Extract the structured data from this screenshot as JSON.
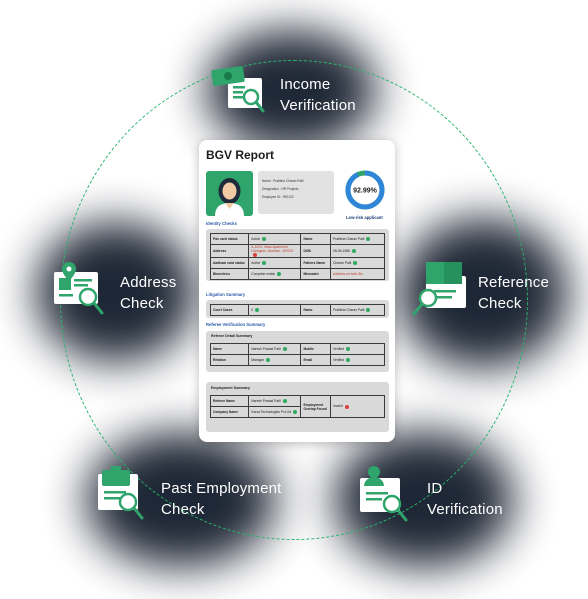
{
  "report": {
    "title": "BGV Report",
    "profile": {
      "name": "Name : Pratibha Charan Patil",
      "designation": "Designation : HR Projects",
      "employee_id": "Employee ID : 990123"
    },
    "score": {
      "value": "92.99%",
      "percent": 92.99,
      "label": "Low-risk applicant"
    },
    "identity_checks": {
      "title": "Identity Checks",
      "rows": [
        [
          "Pan card status",
          "Active",
          "Name",
          "Pratibha Charan Patil"
        ],
        [
          "Address",
          "A-1003, Vikas Apartment, Goregaon, Mumbai - 400022",
          "DOB",
          "05-08-1985"
        ],
        [
          "Aadhaar card status",
          "Active",
          "Fathers Name",
          "Charan Patil"
        ],
        [
          "Biometrics",
          "Complete match",
          "Mismatch",
          "Address on both IDs"
        ]
      ]
    },
    "litigation": {
      "title": "Litigation Summary",
      "rows": [
        [
          "Court Cases",
          "0",
          "Name",
          "Pratibha Charan Patil"
        ]
      ]
    },
    "referee": {
      "title": "Referee Verification Summary",
      "panel_title": "Referee Detail Summary",
      "rows": [
        [
          "Name",
          "Naresh Prasad Patil",
          "Mobile",
          "Verified"
        ],
        [
          "Relation",
          "Manager",
          "Email",
          "Verified"
        ]
      ]
    },
    "employment": {
      "panel_title": "Employment Summary",
      "rows": [
        [
          "Referee Name",
          "Naresh Prasad Patil",
          "Employment Overlap Found",
          "Invalid"
        ],
        [
          "Company Name",
          "Karza Technologies Pvt Ltd",
          "",
          ""
        ]
      ]
    }
  },
  "nodes": {
    "income": {
      "line1": "Income",
      "line2": "Verification",
      "icon": "money-search-icon"
    },
    "address": {
      "line1": "Address",
      "line2": "Check",
      "icon": "location-document-icon"
    },
    "reference": {
      "line1": "Reference",
      "line2": "Check",
      "icon": "book-document-icon"
    },
    "past_employment": {
      "line1": "Past Employment",
      "line2": "Check",
      "icon": "briefcase-document-icon"
    },
    "id": {
      "line1": "ID",
      "line2": "Verification",
      "icon": "person-id-icon"
    }
  },
  "colors": {
    "accent": "#2fa56c",
    "ring": "#27b56d",
    "glow": "#0c1524",
    "header_blue": "#2a5caa"
  }
}
